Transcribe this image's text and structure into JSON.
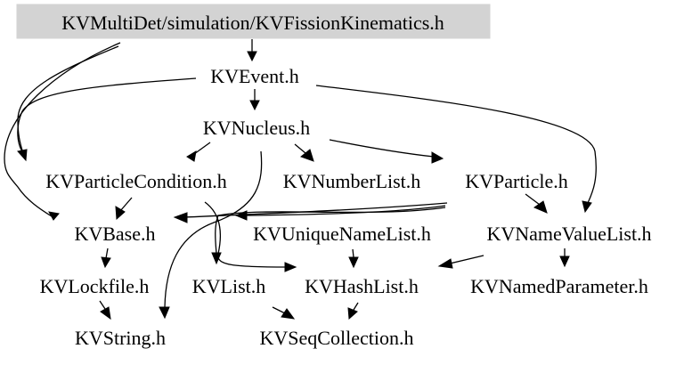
{
  "graph": {
    "root": "KVMultiDet/simulation/KVFissionKinematics.h",
    "nodes": {
      "event": "KVEvent.h",
      "nucleus": "KVNucleus.h",
      "particle_condition": "KVParticleCondition.h",
      "number_list": "KVNumberList.h",
      "particle": "KVParticle.h",
      "base": "KVBase.h",
      "unique_name_list": "KVUniqueNameList.h",
      "name_value_list": "KVNameValueList.h",
      "lockfile": "KVLockfile.h",
      "list": "KVList.h",
      "hash_list": "KVHashList.h",
      "named_parameter": "KVNamedParameter.h",
      "string": "KVString.h",
      "seq_collection": "KVSeqCollection.h"
    },
    "edges": [
      [
        "root",
        "event"
      ],
      [
        "root",
        "particle_condition"
      ],
      [
        "root",
        "base"
      ],
      [
        "event",
        "nucleus"
      ],
      [
        "event",
        "particle_condition"
      ],
      [
        "event",
        "name_value_list"
      ],
      [
        "nucleus",
        "particle_condition"
      ],
      [
        "nucleus",
        "number_list"
      ],
      [
        "nucleus",
        "particle"
      ],
      [
        "nucleus",
        "string"
      ],
      [
        "particle_condition",
        "base"
      ],
      [
        "particle_condition",
        "hash_list"
      ],
      [
        "particle",
        "base"
      ],
      [
        "particle",
        "unique_name_list"
      ],
      [
        "particle",
        "list"
      ],
      [
        "particle",
        "name_value_list"
      ],
      [
        "base",
        "lockfile"
      ],
      [
        "lockfile",
        "string"
      ],
      [
        "unique_name_list",
        "hash_list"
      ],
      [
        "name_value_list",
        "hash_list"
      ],
      [
        "name_value_list",
        "named_parameter"
      ],
      [
        "list",
        "seq_collection"
      ],
      [
        "hash_list",
        "seq_collection"
      ]
    ]
  }
}
